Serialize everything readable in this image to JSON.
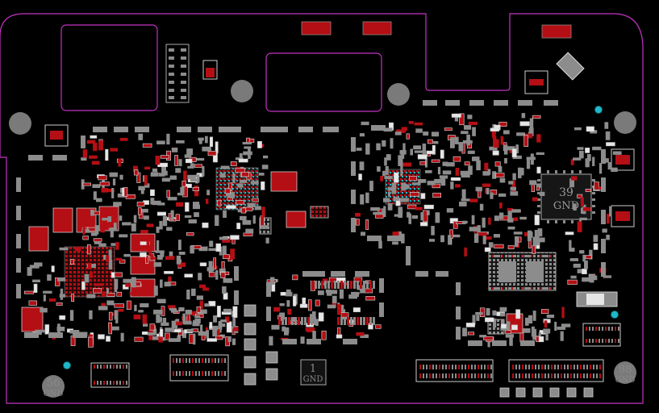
{
  "board": {
    "colors": {
      "background": "#000000",
      "outline": "#c433c4",
      "pad_gray": "#8c8c8c",
      "pad_red": "#b40f14",
      "pad_white": "#e6e6e6",
      "hole_gray": "#7a7a7a",
      "via_cyan": "#1fb8c8",
      "label_gray": "#8a8a8a"
    },
    "test_points": [
      {
        "id": "tp-56",
        "number": "56",
        "net": "GND"
      },
      {
        "id": "tp-1",
        "number": "1",
        "net": "GND"
      },
      {
        "id": "tp-98",
        "number": "98",
        "net": "GND"
      }
    ],
    "chip_label": {
      "number": "39",
      "net": "GND"
    }
  }
}
